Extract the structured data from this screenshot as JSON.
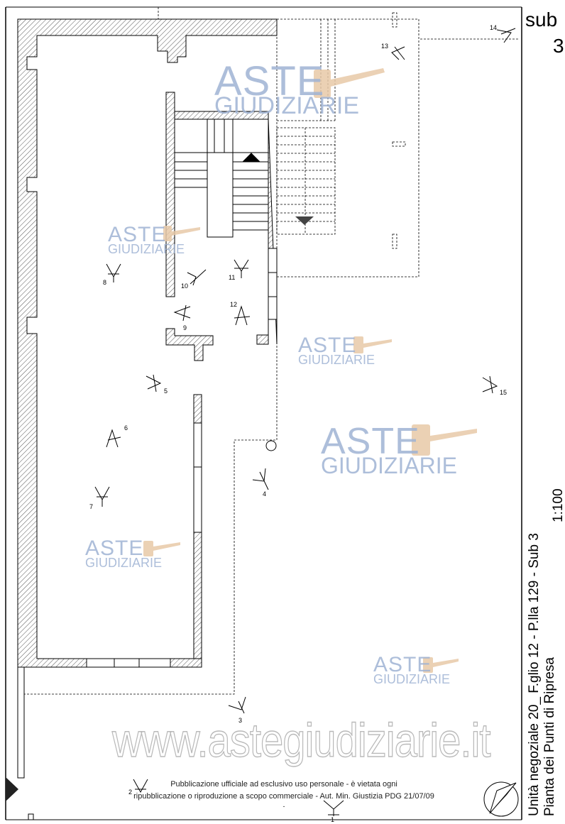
{
  "header": {
    "line1": "sub",
    "line2": "3"
  },
  "title_block": {
    "line1": "Unità negoziale 20_ F.glio 12 - P.lla 129 - Sub 3",
    "line2": "Pianta dei Punti di Ripresa",
    "scale": "1:100"
  },
  "watermark": {
    "brand": "ASTE",
    "sub": "GIUDIZIARIE",
    "url": "www.astegiudiziarie.it"
  },
  "notice": {
    "line1": "Pubblicazione ufficiale ad esclusivo uso personale - è vietata ogni",
    "line2": "ripubblicazione o riproduzione a scopo commerciale - Aut. Min. Giustizia PDG 21/07/09",
    "dash": "-"
  },
  "shot_points": [
    {
      "label": "1"
    },
    {
      "label": "2"
    },
    {
      "label": "3"
    },
    {
      "label": "4"
    },
    {
      "label": "5"
    },
    {
      "label": "6"
    },
    {
      "label": "7"
    },
    {
      "label": "8"
    },
    {
      "label": "9"
    },
    {
      "label": "10"
    },
    {
      "label": "11"
    },
    {
      "label": "12"
    },
    {
      "label": "13"
    },
    {
      "label": "14"
    },
    {
      "label": "15"
    }
  ],
  "colors": {
    "wall_hatch": "#555555",
    "watermark": "#9fb3d4",
    "gavel": "#e8c9a8"
  }
}
